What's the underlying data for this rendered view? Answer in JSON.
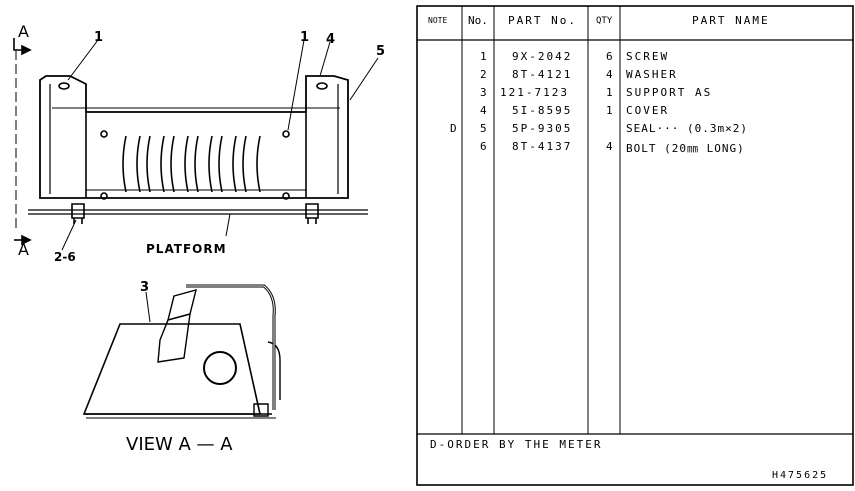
{
  "drawing": {
    "callouts": [
      "1",
      "1",
      "4",
      "5",
      "2-6",
      "3"
    ],
    "view_letter_top": "A",
    "view_letter_bottom": "A",
    "platform_label": "PLATFORM",
    "view_label": "VIEW A — A"
  },
  "table": {
    "headers": {
      "note": "NOTE",
      "no": "No.",
      "part_no": "PART No.",
      "qty": "QTY",
      "part_name": "PART NAME"
    },
    "rows": [
      {
        "note": "",
        "no": "1",
        "part_no": "9X-2042",
        "qty": "6",
        "name": "SCREW"
      },
      {
        "note": "",
        "no": "2",
        "part_no": "8T-4121",
        "qty": "4",
        "name": "WASHER"
      },
      {
        "note": "",
        "no": "3",
        "part_no": "121-7123",
        "qty": "1",
        "name": "SUPPORT AS"
      },
      {
        "note": "",
        "no": "4",
        "part_no": "5I-8595",
        "qty": "1",
        "name": "COVER"
      },
      {
        "note": "D",
        "no": "5",
        "part_no": "5P-9305",
        "qty": "",
        "name": "SEAL··· (0.3m×2)"
      },
      {
        "note": "",
        "no": "6",
        "part_no": "8T-4137",
        "qty": "4",
        "name": "BOLT (20㎜ LONG)"
      }
    ],
    "footnote": "D-ORDER BY THE METER",
    "drawing_number": "H475625"
  }
}
